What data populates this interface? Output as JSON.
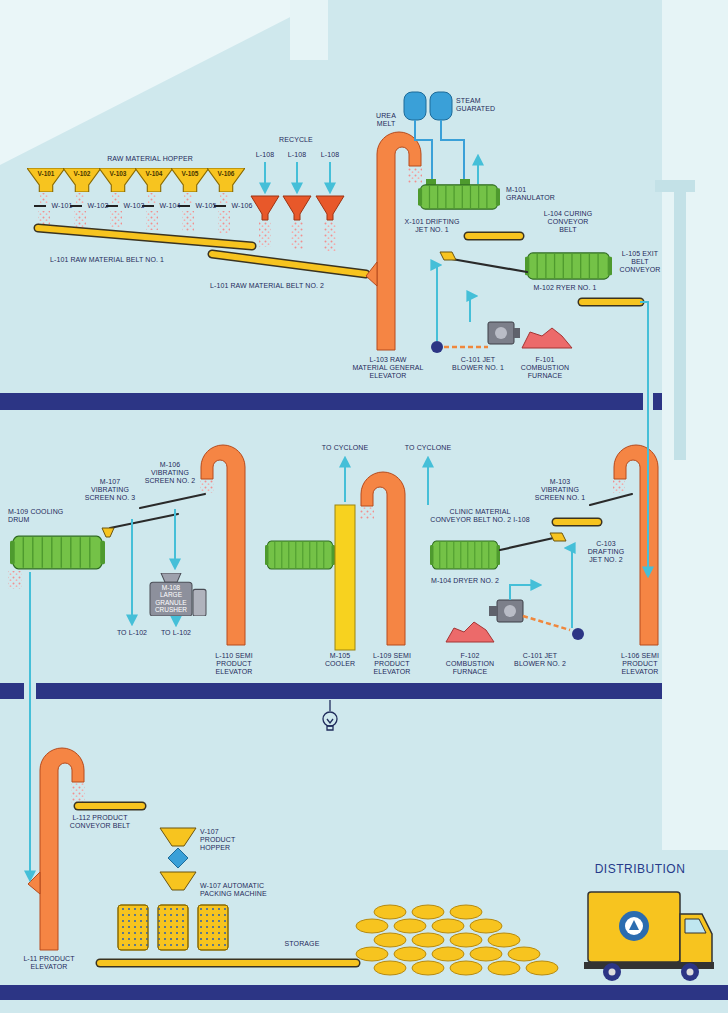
{
  "diagram": {
    "nodes": [
      {
        "text": [
          "V-101"
        ]
      },
      {
        "text": [
          "V-102"
        ]
      },
      {
        "text": [
          "V-103"
        ]
      },
      {
        "text": [
          "V-104"
        ]
      },
      {
        "text": [
          "V-105"
        ]
      },
      {
        "text": [
          "V-106"
        ]
      },
      {
        "text": [
          "M-108 LARGE GRANULE CRUSHER"
        ]
      }
    ],
    "labels": [
      "RAW MATERIAL HOPPER",
      "RECYCLE",
      "L-108",
      "L-108",
      "L-108",
      "UREA MELT",
      "STEAM GUARATED",
      "M-101 GRANULATOR",
      "X-101 DRIFTING JET NO. 1",
      "L-104 CURING CONVEYOR BELT",
      "L-105 EXIT BELT CONVEYOR",
      "M-102 RYER NO. 1",
      "L-101 RAW MATERIAL BELT NO. 1",
      "L-101 RAW MATERIAL BELT NO. 2",
      "W-101",
      "W-102",
      "W-103",
      "W-104",
      "W-105",
      "W-106",
      "L-103 RAW MATERIAL GENERAL ELEVATOR",
      "C-101 JET BLOWER NO. 1",
      "F-101 COMBUSTION FURNACE",
      "TO CYCLONE",
      "TO CYCLONE",
      "M-106 VIBRATING SCREEN NO. 2",
      "M-107 VIBRATING SCREEN NO. 3",
      "M-109 COOLING DRUM",
      "CLINIC MATERIAL CONVEYOR BELT NO. 2 I-108",
      "M-103 VIBRATING SCREEN NO. 1",
      "C-103 DRAFTING JET NO. 2",
      "M-104 DRYER NO. 2",
      "TO L-102",
      "TO L-102",
      "L-110 SEMI PRODUCT ELEVATOR",
      "M-105 COOLER",
      "L-109 SEMI PRODUCT ELEVATOR",
      "F-102 COMBUSTION FURNACE",
      "C-101 JET BLOWER NO. 2",
      "L-106 SEMI PRODUCT ELEVATOR",
      "L-112 PRODUCT CONVEYOR BELT",
      "V-107 PRODUCT HOPPER",
      "W-107 AUTOMATIC PACKING MACHINE",
      "STORAGE",
      "DISTRIBUTION",
      "L-11 PRODUCT ELEVATOR"
    ]
  }
}
